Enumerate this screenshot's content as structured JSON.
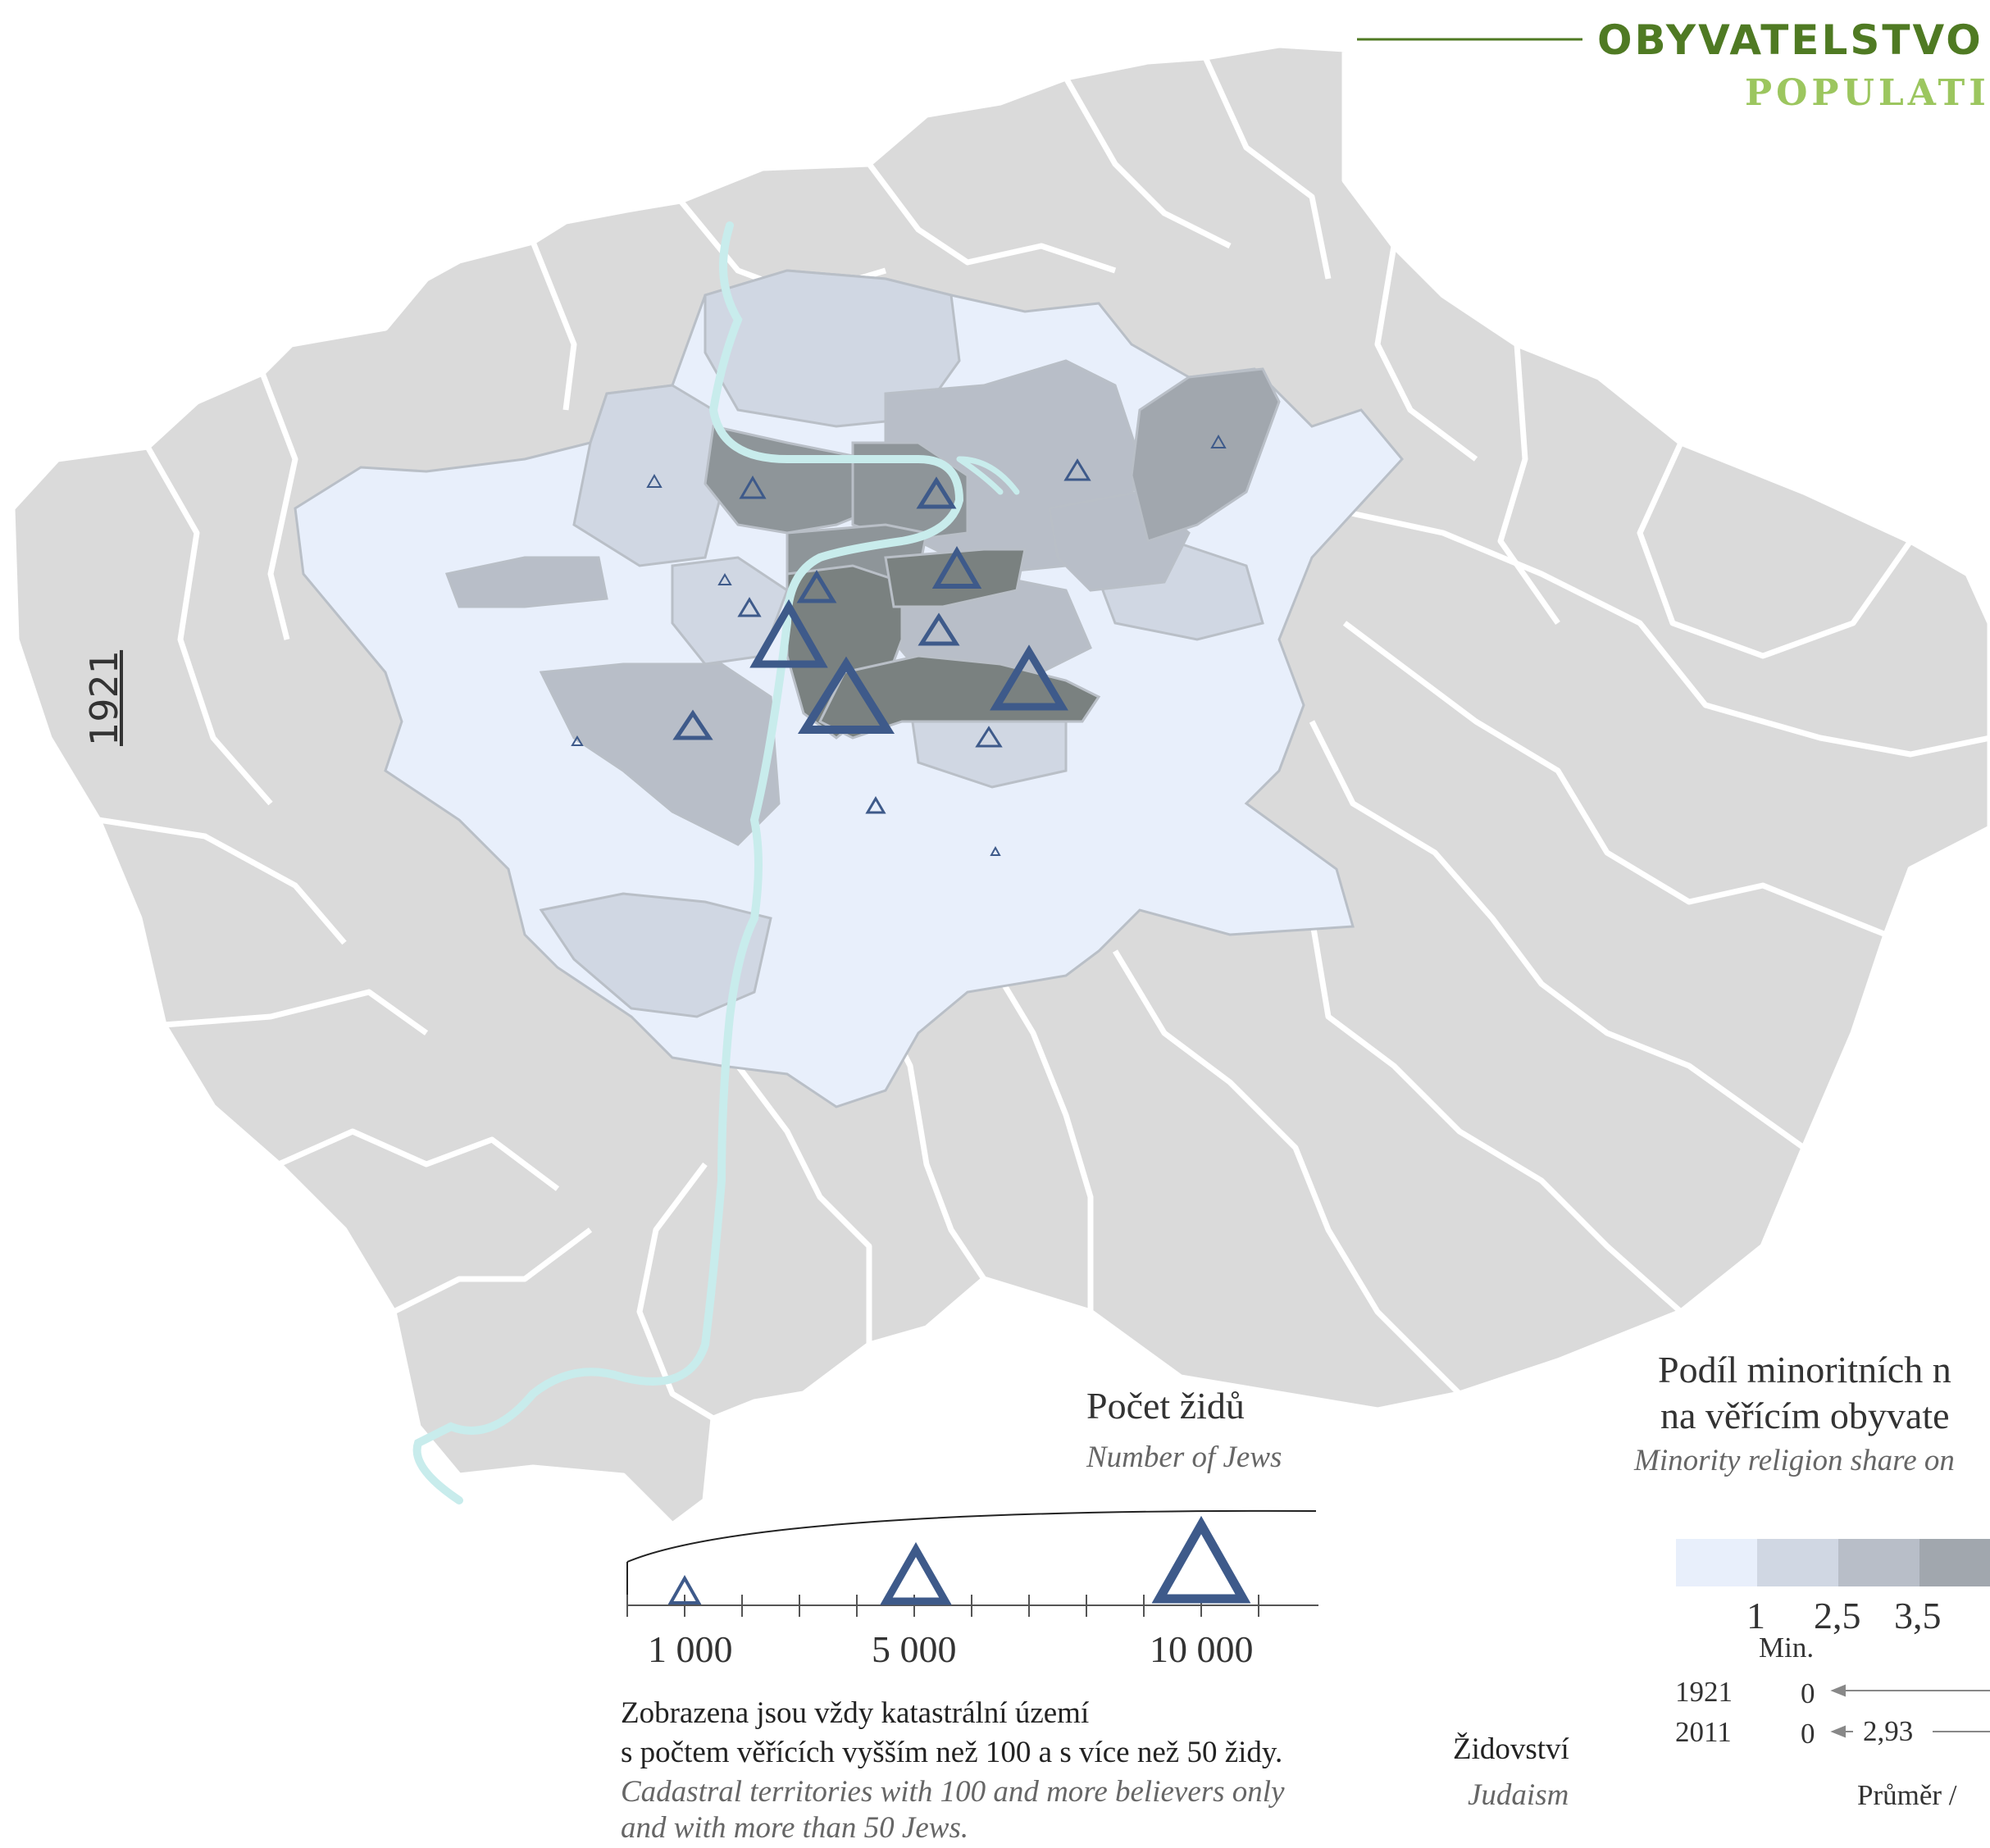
{
  "header": {
    "title_cz": "OBYVATELSTVO P",
    "title_en": "POPULATIO",
    "accent_line_color": "#4f7a23"
  },
  "map": {
    "year_label": "1921",
    "colors": {
      "outer_municipalities": "#dadada",
      "boundary": "#ffffff",
      "class_1": "#e8effb",
      "class_2": "#d0d7e3",
      "class_3": "#b8bec8",
      "class_4": "#a1a7ae",
      "class_5": "#8e9599",
      "class_6": "#7a8180",
      "river": "#c8ecec",
      "symbol": "#3e5a8a"
    }
  },
  "legend_symbols": {
    "title": "Počet židů",
    "subtitle": "Number of Jews",
    "scale_labels": [
      "1 000",
      "5 000",
      "10 000"
    ],
    "symbol_values": [
      1000,
      5000,
      10000
    ],
    "note_cz_1": "Zobrazena jsou vždy katastrální území",
    "note_cz_2": "s počtem věřících vyšším než 100 a s více než 50 židy.",
    "note_en_1": "Cadastral territories with 100 and more believers only",
    "note_en_2": "and with more than 50 Jews."
  },
  "legend_religion": {
    "name_cz": "Židovství",
    "name_en": "Judaism"
  },
  "legend_share": {
    "title_1": "Podíl minoritních n",
    "title_2": "na věřícím obyvate",
    "subtitle": "Minority religion share on",
    "class_breaks": [
      "1",
      "2,5",
      "3,5"
    ],
    "min_label": "Min.",
    "rows": [
      {
        "year": "1921",
        "min": "0"
      },
      {
        "year": "2011",
        "min": "0",
        "avg": "2,93"
      }
    ],
    "avg_label": "Průměr /"
  }
}
